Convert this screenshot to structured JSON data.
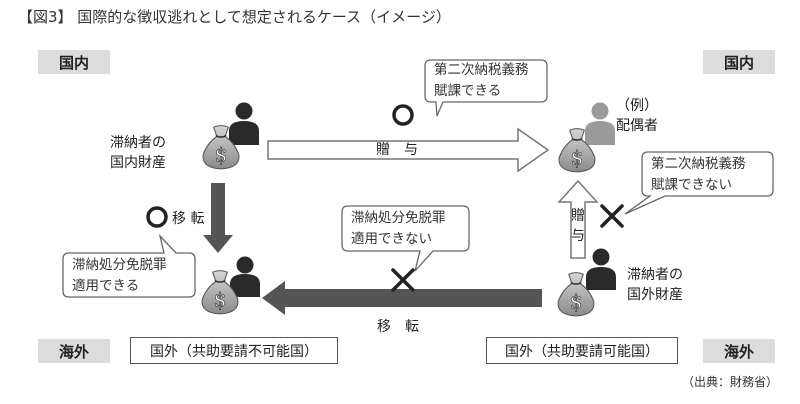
{
  "title": "【図3】 国際的な徴収逃れとして想定されるケース（イメージ）",
  "regions": {
    "domestic_left": "国内",
    "domestic_right": "国内",
    "overseas_left": "海外",
    "overseas_right": "海外"
  },
  "countries": {
    "left": "国外（共助要請不可能国）",
    "right": "国外（共助要請可能国）"
  },
  "nodes": {
    "delinquent_domestic": [
      "滞納者の",
      "国内財産"
    ],
    "spouse": [
      "（例）",
      "配偶者"
    ],
    "delinquent_overseas": [
      "滞納者の",
      "国外財産"
    ]
  },
  "arrows": {
    "gift_top": "贈　与",
    "transfer_top": "移 転",
    "transfer_bottom": "移　転",
    "gift_right": [
      "贈",
      "与"
    ]
  },
  "marks": {
    "circle": "○",
    "cross": "×"
  },
  "bubbles": {
    "top_center": [
      "第二次納税義務",
      "賦課できる"
    ],
    "right": [
      "第二次納税義務",
      "賦課できない"
    ],
    "left": [
      "滞納処分免脱罪",
      "適用できる"
    ],
    "center": [
      "滞納処分免脱罪",
      "適用できない"
    ]
  },
  "icons": [
    "person-icon",
    "money-bag-icon"
  ],
  "colors": {
    "region_fill": "#dcdcdc",
    "arrow_dark": "#555555",
    "person": "#2a2a2a",
    "spouse": "#9a9a9a"
  },
  "source": "（出典：財務省）"
}
